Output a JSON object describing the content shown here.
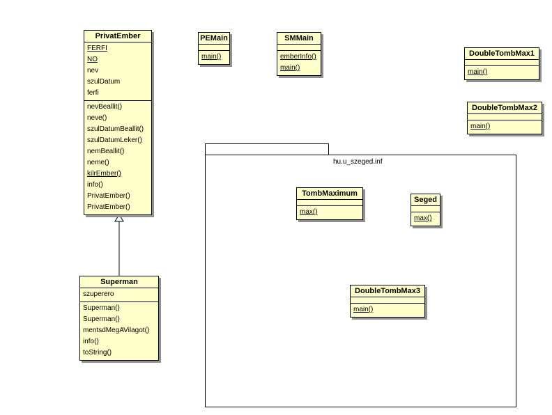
{
  "package": {
    "name": "hu.u_szeged.inf"
  },
  "classes": {
    "privatember": {
      "name": "PrivatEmber",
      "attributes": [
        {
          "text": "FERFI",
          "static": true
        },
        {
          "text": "NO",
          "static": true
        },
        {
          "text": "nev",
          "static": false
        },
        {
          "text": "szulDatum",
          "static": false
        },
        {
          "text": "ferfi",
          "static": false
        }
      ],
      "operations": [
        {
          "text": "nevBeallit()",
          "static": false
        },
        {
          "text": "neve()",
          "static": false
        },
        {
          "text": "szulDatumBeallit()",
          "static": false
        },
        {
          "text": "szulDatumLeker()",
          "static": false
        },
        {
          "text": "nemBeallit()",
          "static": false
        },
        {
          "text": "neme()",
          "static": false
        },
        {
          "text": "kilrEmber()",
          "static": true
        },
        {
          "text": "info()",
          "static": false
        },
        {
          "text": "PrivatEmber()",
          "static": false
        },
        {
          "text": "PrivatEmber()",
          "static": false
        }
      ]
    },
    "superman": {
      "name": "Superman",
      "attributes": [
        {
          "text": "szuperero",
          "static": false
        }
      ],
      "operations": [
        {
          "text": "Superman()",
          "static": false
        },
        {
          "text": "Superman()",
          "static": false
        },
        {
          "text": "mentsdMegAVilagot()",
          "static": false
        },
        {
          "text": "info()",
          "static": false
        },
        {
          "text": "toString()",
          "static": false
        }
      ]
    },
    "pemain": {
      "name": "PEMain",
      "operations": [
        {
          "text": "main()",
          "static": true
        }
      ]
    },
    "smmain": {
      "name": "SMMain",
      "operations": [
        {
          "text": "emberInfo()",
          "static": true
        },
        {
          "text": "main()",
          "static": true
        }
      ]
    },
    "doubletombmax1": {
      "name": "DoubleTombMax1",
      "operations": [
        {
          "text": "main()",
          "static": true
        }
      ]
    },
    "doubletombmax2": {
      "name": "DoubleTombMax2",
      "operations": [
        {
          "text": "main()",
          "static": true
        }
      ]
    },
    "tombmaximum": {
      "name": "TombMaximum",
      "operations": [
        {
          "text": "max()",
          "static": true
        }
      ]
    },
    "seged": {
      "name": "Seged",
      "operations": [
        {
          "text": "max()",
          "static": true
        }
      ]
    },
    "doubletombmax3": {
      "name": "DoubleTombMax3",
      "operations": [
        {
          "text": "main()",
          "static": true
        }
      ]
    }
  },
  "relations": [
    {
      "type": "generalization",
      "from": "Superman",
      "to": "PrivatEmber"
    }
  ]
}
